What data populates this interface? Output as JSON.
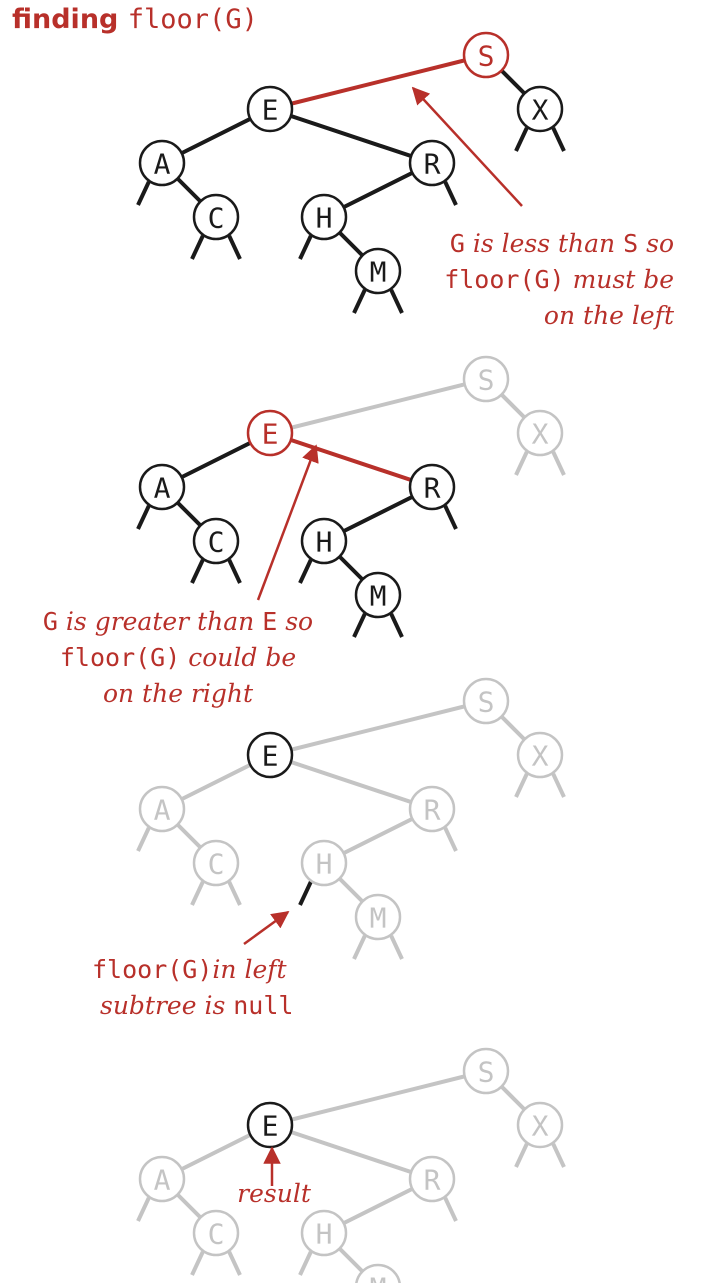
{
  "title": {
    "bold": "finding",
    "code": "floor(G)"
  },
  "colors": {
    "black": "#1a1a1a",
    "gray": "#c4c4c4",
    "red": "#b8302a",
    "bg": "#ffffff"
  },
  "tree": {
    "nodes": [
      "S",
      "E",
      "X",
      "A",
      "R",
      "C",
      "H",
      "M"
    ],
    "edges": [
      [
        "S",
        "E"
      ],
      [
        "S",
        "X"
      ],
      [
        "E",
        "A"
      ],
      [
        "E",
        "R"
      ],
      [
        "A",
        "C"
      ],
      [
        "R",
        "H"
      ],
      [
        "H",
        "M"
      ]
    ]
  },
  "panels": [
    {
      "node_styles": {
        "S": "red",
        "E": "black",
        "X": "black",
        "A": "black",
        "R": "black",
        "C": "black",
        "H": "black",
        "M": "black"
      },
      "edge_styles": {
        "S-E": "red",
        "S-X": "black",
        "E-A": "black",
        "E-R": "black",
        "A-C": "black",
        "R-H": "black",
        "H-M": "black"
      },
      "null_link_styles": {
        "default": "black"
      },
      "annotation": [
        [
          {
            "t": "G",
            "mono": true
          },
          {
            "t": " is less than "
          },
          {
            "t": "S",
            "mono": true
          },
          {
            "t": " so"
          }
        ],
        [
          {
            "t": "floor(G)",
            "mono": true
          },
          {
            "t": " must be"
          }
        ],
        [
          {
            "t": "on the left"
          }
        ]
      ]
    },
    {
      "node_styles": {
        "S": "gray",
        "E": "red",
        "X": "gray",
        "A": "black",
        "R": "black",
        "C": "black",
        "H": "black",
        "M": "black"
      },
      "edge_styles": {
        "S-E": "gray",
        "S-X": "gray",
        "E-A": "black",
        "E-R": "red",
        "A-C": "black",
        "R-H": "black",
        "H-M": "black"
      },
      "null_link_styles": {
        "default": "black",
        "X": "gray"
      },
      "annotation": [
        [
          {
            "t": "G",
            "mono": true
          },
          {
            "t": " is greater than "
          },
          {
            "t": "E",
            "mono": true
          },
          {
            "t": " so"
          }
        ],
        [
          {
            "t": "floor(G)",
            "mono": true
          },
          {
            "t": " could be"
          }
        ],
        [
          {
            "t": "on the right"
          }
        ]
      ]
    },
    {
      "node_styles": {
        "S": "gray",
        "E": "black",
        "X": "gray",
        "A": "gray",
        "R": "gray",
        "C": "gray",
        "H": "gray",
        "M": "gray"
      },
      "edge_styles": {
        "S-E": "gray",
        "S-X": "gray",
        "E-A": "gray",
        "E-R": "gray",
        "A-C": "gray",
        "R-H": "gray",
        "H-M": "gray"
      },
      "null_link_styles": {
        "default": "gray",
        "H-left": "black"
      },
      "annotation": [
        [
          {
            "t": "floor(G)",
            "mono": true
          },
          {
            "t": "in left"
          }
        ],
        [
          {
            "t": "subtree is "
          },
          {
            "t": "null",
            "mono": true
          }
        ]
      ]
    },
    {
      "node_styles": {
        "S": "gray",
        "E": "black",
        "X": "gray",
        "A": "gray",
        "R": "gray",
        "C": "gray",
        "H": "gray",
        "M": "gray"
      },
      "edge_styles": {
        "S-E": "gray",
        "S-X": "gray",
        "E-A": "gray",
        "E-R": "gray",
        "A-C": "gray",
        "R-H": "gray",
        "H-M": "gray"
      },
      "null_link_styles": {
        "default": "gray"
      },
      "annotation": [
        [
          {
            "t": "result"
          }
        ]
      ]
    }
  ]
}
